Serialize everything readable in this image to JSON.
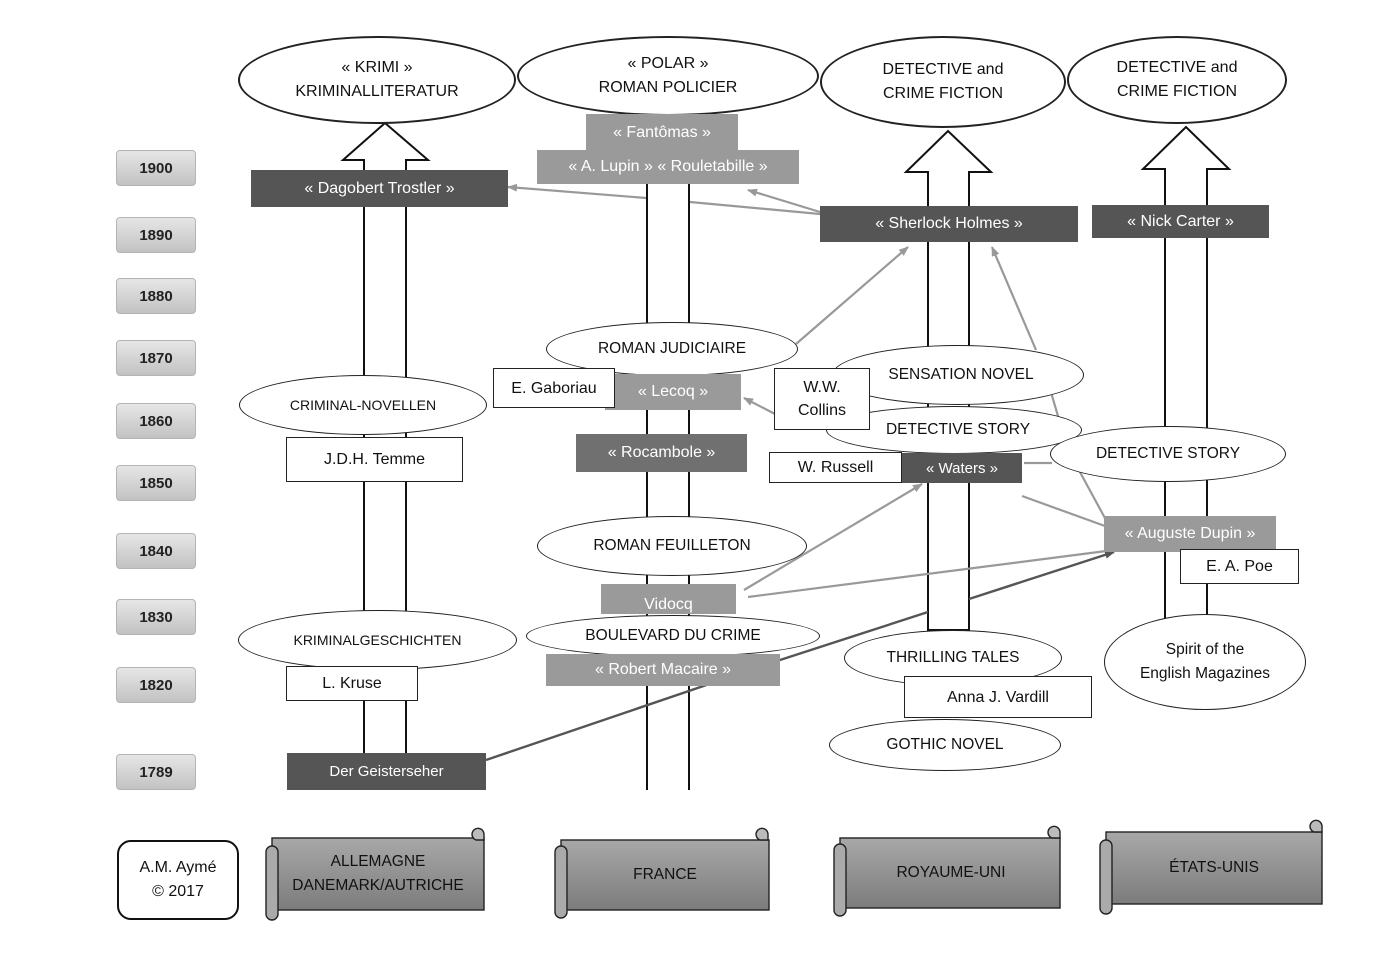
{
  "credit": {
    "author": "A.M. Aymé",
    "copyright": "© 2017"
  },
  "years": [
    "1900",
    "1890",
    "1880",
    "1870",
    "1860",
    "1850",
    "1840",
    "1830",
    "1820",
    "1789"
  ],
  "countries": {
    "germany": {
      "line1": "ALLEMAGNE",
      "line2": "DANEMARK/AUTRICHE"
    },
    "france": "FRANCE",
    "uk": "ROYAUME-UNI",
    "us": "ÉTATS-UNIS"
  },
  "genres": {
    "krimi": {
      "line1": "« KRIMI »",
      "line2": "KRIMINALLITERATUR"
    },
    "polar": {
      "line1": "« POLAR »",
      "line2": "ROMAN POLICIER"
    },
    "detective_uk": {
      "line1": "DETECTIVE and",
      "line2": "CRIME FICTION"
    },
    "detective_us": {
      "line1": "DETECTIVE and",
      "line2": "CRIME FICTION"
    },
    "criminal_novellen": "CRIMINAL-NOVELLEN",
    "kriminalgeschichten": "KRIMINALGESCHICHTEN",
    "roman_judiciaire": "ROMAN JUDICIAIRE",
    "roman_feuilleton": "ROMAN FEUILLETON",
    "boulevard_du_crime": "BOULEVARD DU  CRIME",
    "sensation_novel": "SENSATION NOVEL",
    "detective_story_uk": "DETECTIVE STORY",
    "detective_story_us": "DETECTIVE STORY",
    "thrilling_tales": "THRILLING TALES",
    "gothic_novel": "GOTHIC NOVEL",
    "spirit": {
      "line1": "Spirit of the",
      "line2": "English Magazines"
    }
  },
  "characters": {
    "dagobert": "« Dagobert Trostler »",
    "fantomas": "« Fantômas »",
    "lupin": "« A. Lupin » « Rouletabille »",
    "lecoq": "« Lecoq »",
    "rocambole": "« Rocambole  »",
    "vidocq": "Vidocq",
    "macaire": "« Robert Macaire »",
    "sherlock": "« Sherlock Holmes »",
    "waters": "« Waters »",
    "nick_carter": "« Nick Carter »",
    "dupin": "« Auguste Dupin »",
    "geisterseher": "Der Geisterseher"
  },
  "authors": {
    "temme": "J.D.H. Temme",
    "kruse": "L. Kruse",
    "gaboriau": "E. Gaboriau",
    "collins": {
      "line1": "W.W.",
      "line2": "Collins"
    },
    "russell": "W. Russell",
    "vardill": "Anna J. Vardill",
    "poe": "E. A. Poe"
  }
}
